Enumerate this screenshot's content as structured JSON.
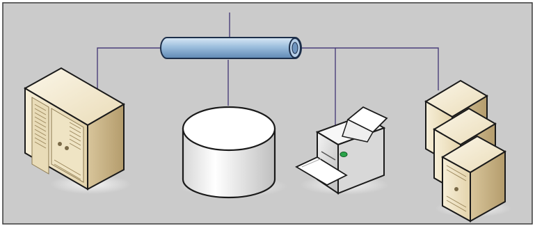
{
  "diagram": {
    "type": "network-topology",
    "colors": {
      "background": "#cbcbcb",
      "frame": "#3a3a3a",
      "connector": "#4a3e7a",
      "bus_fill": "#9cbedd",
      "server_body": "#f0e5c6",
      "server_shade": "#c9b48b",
      "storage_body": "#f2f2f2",
      "printer_body": "#e8e8e8",
      "printer_led": "#2aa44a",
      "shadow": "#e8e8e8"
    },
    "nodes": [
      {
        "id": "backbone-bus",
        "icon": "pipe-bus-icon"
      },
      {
        "id": "mainframe",
        "icon": "mainframe-server-icon"
      },
      {
        "id": "database",
        "icon": "database-cylinder-icon"
      },
      {
        "id": "printer",
        "icon": "printer-icon"
      },
      {
        "id": "server-stack",
        "icon": "server-tower-stack-icon"
      }
    ],
    "connections": [
      {
        "from": "backbone-bus",
        "to": "mainframe"
      },
      {
        "from": "backbone-bus",
        "to": "database"
      },
      {
        "from": "backbone-bus",
        "to": "printer"
      },
      {
        "from": "backbone-bus",
        "to": "server-stack"
      },
      {
        "from": "backbone-bus",
        "to": "uplink"
      }
    ]
  }
}
